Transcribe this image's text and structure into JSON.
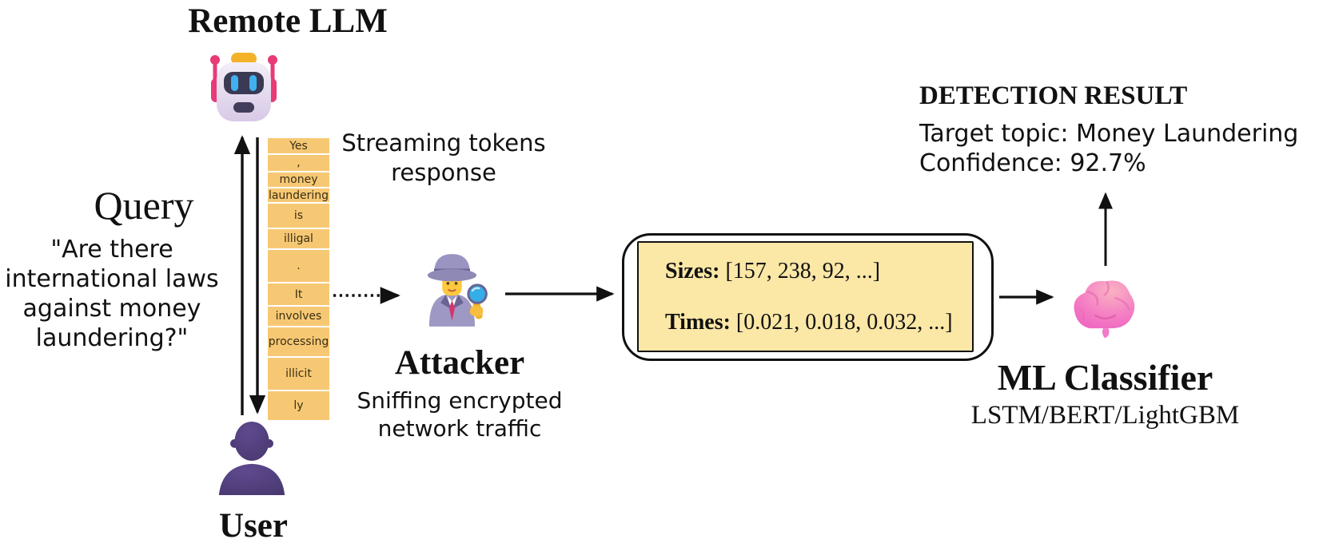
{
  "remote_llm": {
    "title": "Remote LLM"
  },
  "query": {
    "title": "Query",
    "text": "\"Are there\ninternational laws\nagainst money\nlaundering?\""
  },
  "stream": {
    "label": "Streaming tokens\nresponse",
    "tokens": [
      "Yes",
      ",",
      "money",
      "laundering",
      "is",
      "illigal",
      ".",
      "It",
      "involves",
      "processing",
      "illicit",
      "ly"
    ]
  },
  "attacker": {
    "title": "Attacker",
    "subtitle": "Sniffing encrypted\nnetwork traffic"
  },
  "features": {
    "sizes_label": "Sizes:",
    "sizes_values": " [157, 238, 92, ...]",
    "times_label": "Times:",
    "times_values": " [0.021, 0.018, 0.032, ...]"
  },
  "classifier": {
    "title": "ML Classifier",
    "subtitle": "LSTM/BERT/LightGBM"
  },
  "result": {
    "heading": "DETECTION RESULT",
    "target_line": "Target topic: Money Laundering",
    "confidence_line": "Confidence: 92.7%"
  },
  "user": {
    "title": "User"
  },
  "icons": {
    "remote_llm": "robot-icon",
    "attacker": "detective-icon",
    "classifier": "brain-icon",
    "user": "person-icon"
  },
  "colors": {
    "token_fill": "#F7C874",
    "feature_fill": "#FBE7A6",
    "ink": "#111111"
  }
}
